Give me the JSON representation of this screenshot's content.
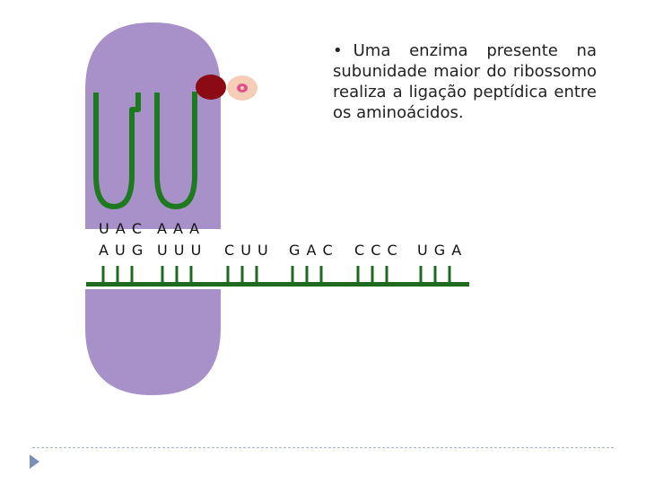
{
  "text": {
    "bullet": "•",
    "paragraph": "Uma enzima presente na subunidade maior do ribossomo realiza a ligação peptídica entre os aminoácidos."
  },
  "trna_anticodons": [
    "U A C",
    "A A A"
  ],
  "mrna_codons": [
    "A U G",
    "U U U",
    "C U U",
    "G A C",
    "C C C",
    "U G A"
  ],
  "colors": {
    "ribosome": "#a891c8",
    "trna": "#1e7a1e",
    "mrna": "#1e6a1e",
    "amino_acid_1": "#8b0a14",
    "amino_acid_2_outer": "#f6cdb7",
    "amino_acid_2_inner": "#e0508a"
  }
}
